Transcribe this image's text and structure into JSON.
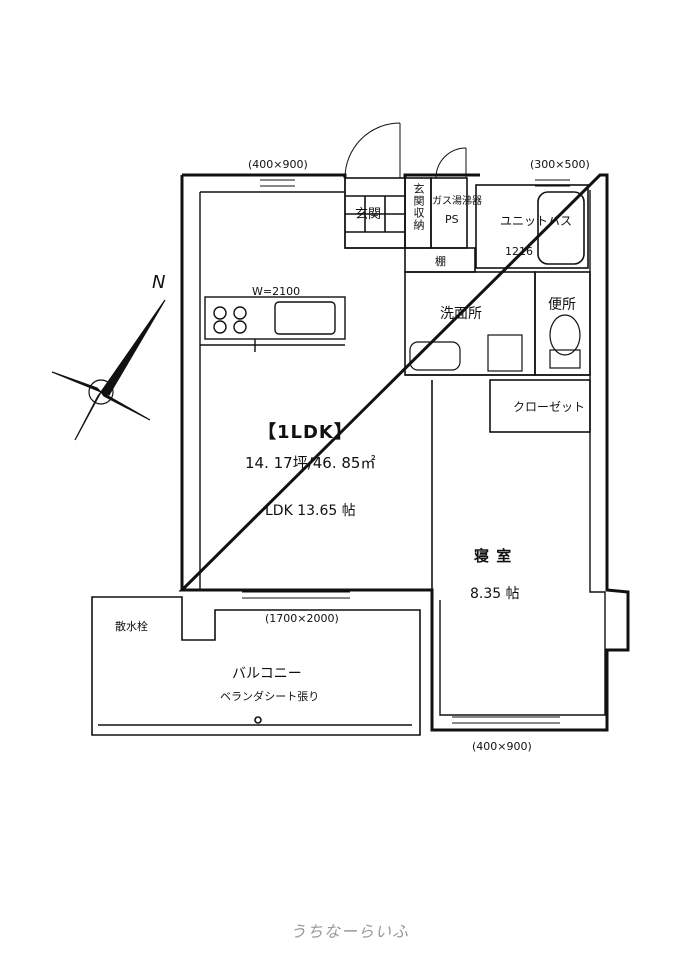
{
  "plan": {
    "layout_title": "【1LDK】",
    "area": "14. 17坪/46. 85㎡",
    "ldk_size": "LDK  13.65  帖",
    "bedroom_name": "寝 室",
    "bedroom_size": "8.35  帖",
    "genkan": "玄関",
    "genkan_storage": "玄関収納",
    "gas_heater_line1": "ガス湯沸器",
    "gas_heater_line2": "PS",
    "unit_bath": "ユニットバス",
    "unit_bath_size": "1216",
    "shelf": "棚",
    "washroom": "洗面所",
    "toilet": "便所",
    "closet": "クローゼット",
    "kitchen_width": "W=2100",
    "balcony": "バルコニー",
    "balcony_note": "ベランダシート張り",
    "sprinkler": "散水栓",
    "window_top_left": "(400×900)",
    "window_top_right": "(300×500)",
    "window_balcony": "(1700×2000)",
    "window_bottom": "(400×900)",
    "north": "N"
  },
  "watermark": "うちなーらいふ",
  "colors": {
    "line": "#111111",
    "watermark": "#9a9a9a"
  }
}
